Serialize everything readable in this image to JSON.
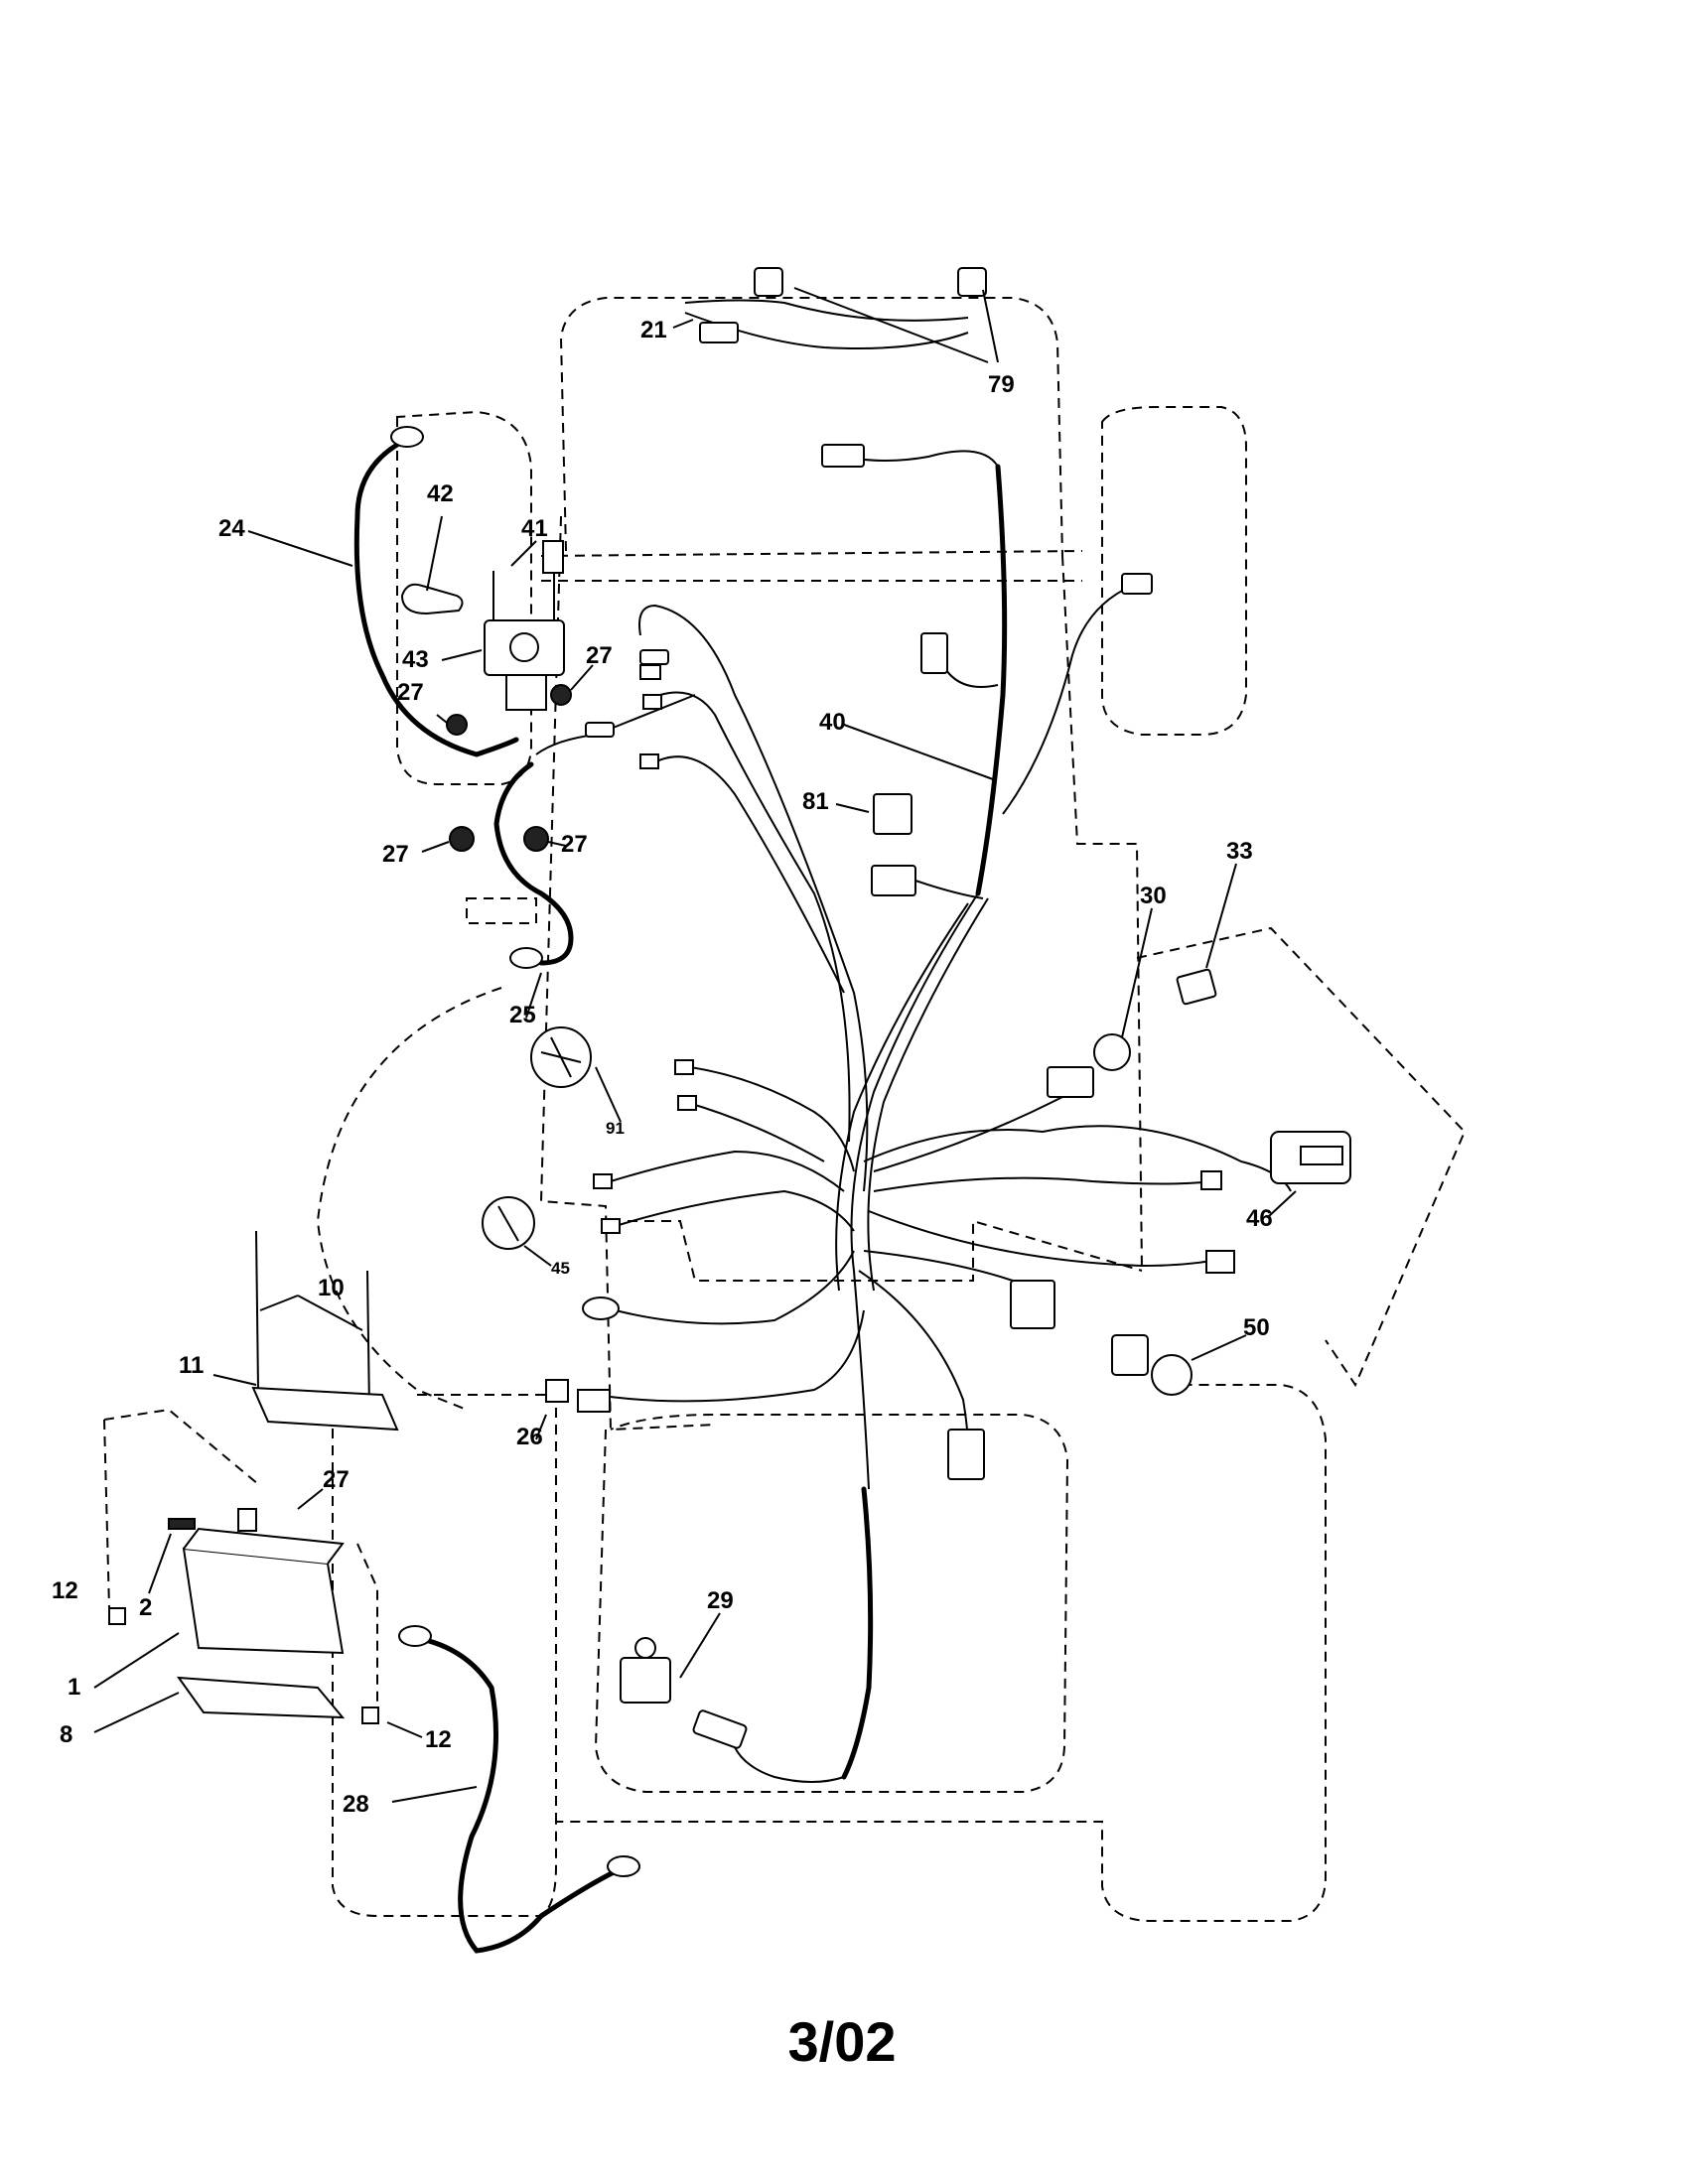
{
  "callouts": {
    "c21": "21",
    "c79": "79",
    "c42": "42",
    "c41": "41",
    "c24": "24",
    "c43": "43",
    "c27a": "27",
    "c27b": "27",
    "c27c": "27",
    "c27d": "27",
    "c27e": "27",
    "c40": "40",
    "c81": "81",
    "c33": "33",
    "c30": "30",
    "c25": "25",
    "c91": "91",
    "c45": "45",
    "c46": "46",
    "c10": "10",
    "c11": "11",
    "c26": "26",
    "c50": "50",
    "c12a": "12",
    "c12b": "12",
    "c2": "2",
    "c1": "1",
    "c8": "8",
    "c29": "29",
    "c28": "28"
  },
  "footer": {
    "code": "3/02"
  }
}
